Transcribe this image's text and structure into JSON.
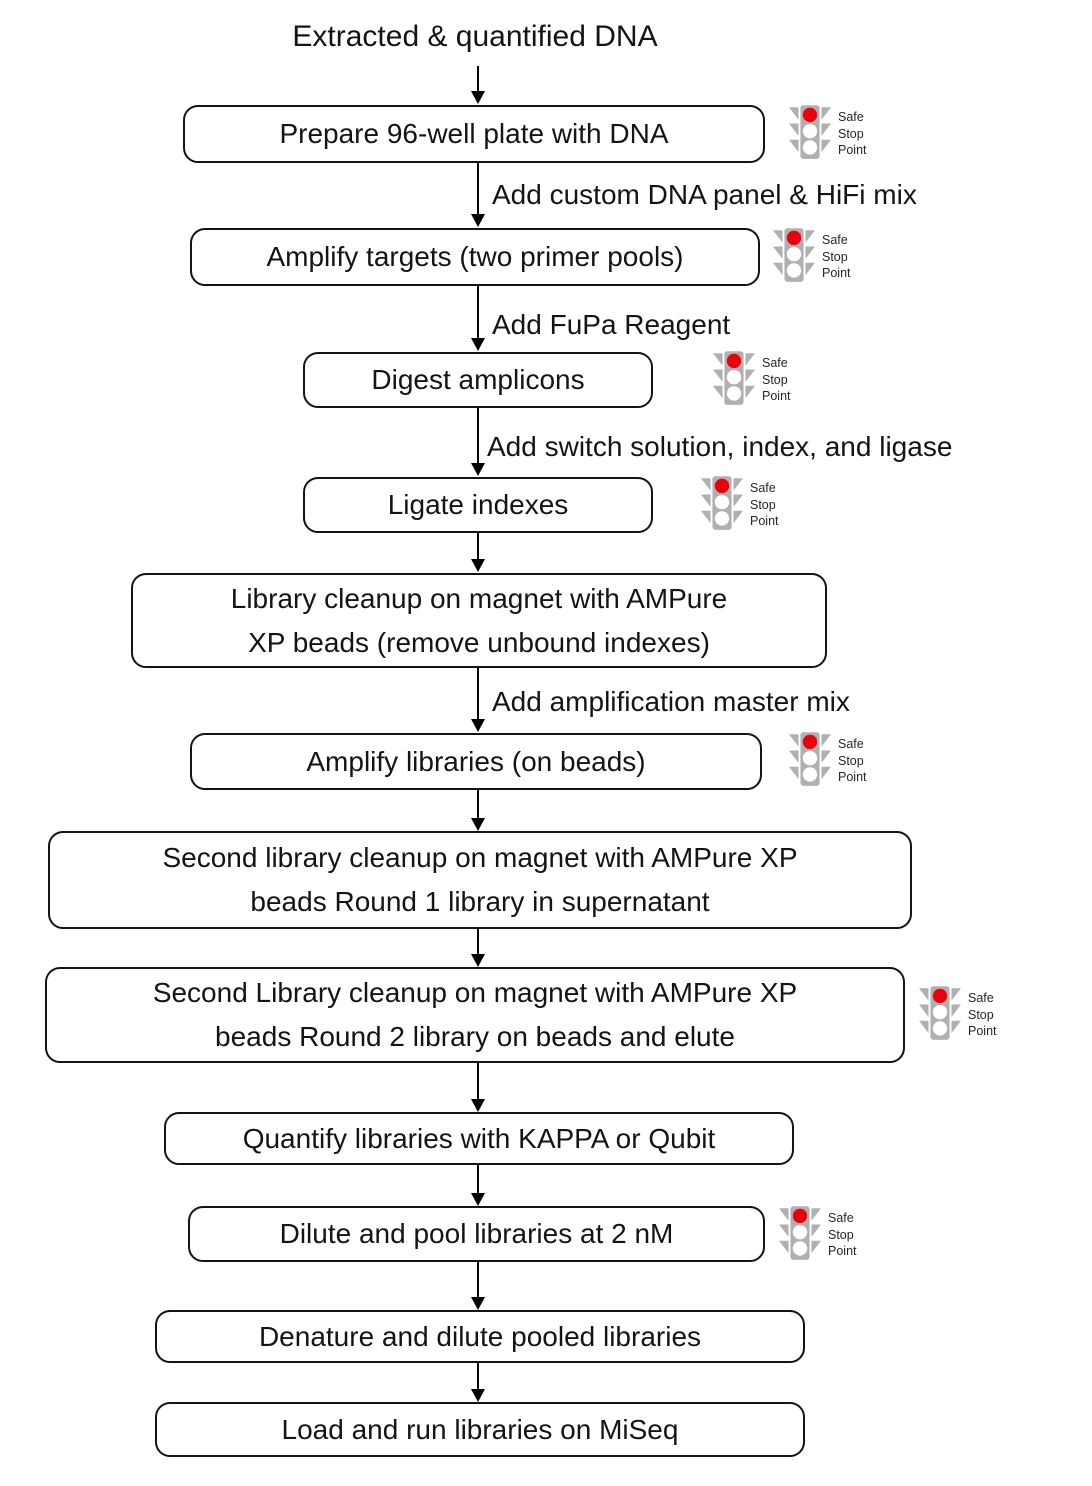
{
  "title": "Extracted & quantified DNA",
  "colors": {
    "stop_light_red": "#e8000d",
    "traffic_light_gray": "#b0b0b0",
    "box_border": "#141414"
  },
  "safe_stop": {
    "lines": [
      "Safe",
      "Stop",
      "Point"
    ]
  },
  "steps": [
    {
      "name": "prepare-plate",
      "lines": [
        "Prepare 96-well plate with DNA"
      ],
      "safe_stop_point": true
    },
    {
      "name": "amplify-targets",
      "lines": [
        "Amplify targets (two primer pools)"
      ],
      "safe_stop_point": true
    },
    {
      "name": "digest-amplicons",
      "lines": [
        "Digest amplicons"
      ],
      "safe_stop_point": true
    },
    {
      "name": "ligate-indexes",
      "lines": [
        "Ligate indexes"
      ],
      "safe_stop_point": true
    },
    {
      "name": "library-cleanup",
      "lines": [
        "Library cleanup on magnet with AMPure",
        "XP beads (remove unbound indexes)"
      ],
      "safe_stop_point": false
    },
    {
      "name": "amplify-libraries",
      "lines": [
        "Amplify libraries (on beads)"
      ],
      "safe_stop_point": true
    },
    {
      "name": "second-cleanup-round1",
      "lines": [
        "Second library cleanup on magnet with AMPure XP",
        "beads Round 1 library in supernatant"
      ],
      "safe_stop_point": false
    },
    {
      "name": "second-cleanup-round2",
      "lines": [
        "Second Library cleanup on magnet with AMPure XP",
        "beads Round 2 library on beads and elute"
      ],
      "safe_stop_point": true
    },
    {
      "name": "quantify-libraries",
      "lines": [
        "Quantify libraries with KAPPA or Qubit"
      ],
      "safe_stop_point": false
    },
    {
      "name": "dilute-pool",
      "lines": [
        "Dilute and pool libraries at 2 nM"
      ],
      "safe_stop_point": true
    },
    {
      "name": "denature-dilute",
      "lines": [
        "Denature and dilute pooled libraries"
      ],
      "safe_stop_point": false
    },
    {
      "name": "load-run",
      "lines": [
        "Load and run libraries on MiSeq"
      ],
      "safe_stop_point": false
    }
  ],
  "edge_labels": [
    {
      "after_step": "prepare-plate",
      "label": "Add custom DNA panel & HiFi mix"
    },
    {
      "after_step": "amplify-targets",
      "label": "Add FuPa Reagent"
    },
    {
      "after_step": "digest-amplicons",
      "label": "Add switch solution, index, and ligase"
    },
    {
      "after_step": "library-cleanup",
      "label": "Add amplification master mix"
    }
  ]
}
